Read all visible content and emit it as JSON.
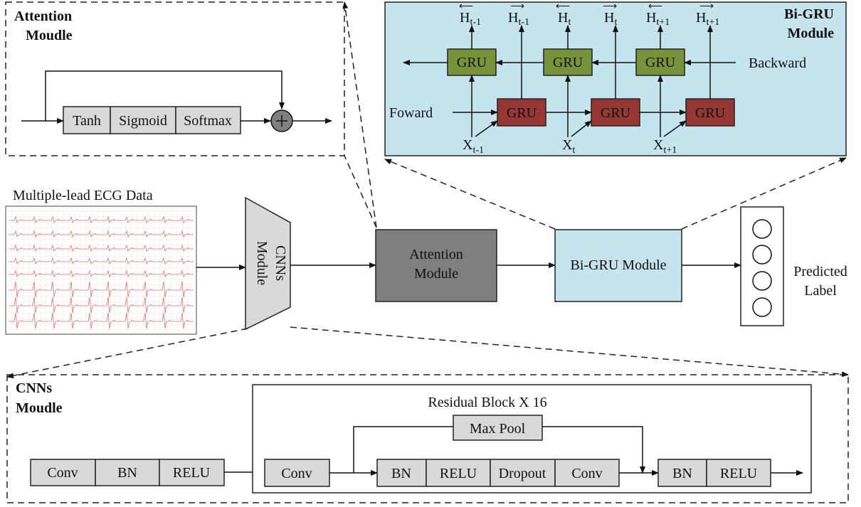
{
  "attention_panel": {
    "title_line1": "Attention",
    "title_line2": "Moudle",
    "ops": [
      "Tanh",
      "Sigmoid",
      "Softmax"
    ],
    "plus_symbol": "+"
  },
  "bigru_panel": {
    "title_line1": "Bi-GRU",
    "title_line2": "Module",
    "gru_label": "GRU",
    "forward_label": "Foward",
    "backward_label": "Backward",
    "outputs": [
      {
        "arrow": "⟵",
        "base": "H",
        "sub": "t-1"
      },
      {
        "arrow": "⟶",
        "base": "H",
        "sub": "t-1"
      },
      {
        "arrow": "⟵",
        "base": "H",
        "sub": "t"
      },
      {
        "arrow": "⟶",
        "base": "H",
        "sub": "t"
      },
      {
        "arrow": "⟵",
        "base": "H",
        "sub": "t+1"
      },
      {
        "arrow": "⟶",
        "base": "H",
        "sub": "t+1"
      }
    ],
    "inputs": [
      {
        "base": "X",
        "sub": "t-1"
      },
      {
        "base": "X",
        "sub": "t"
      },
      {
        "base": "X",
        "sub": "t+1"
      }
    ]
  },
  "pipeline": {
    "ecg_label": "Multiple-lead ECG Data",
    "cnn_line1": "CNNs",
    "cnn_line2": "Module",
    "attention_line1": "Attention",
    "attention_line2": "Module",
    "bigru_label": "Bi-GRU Module",
    "predicted_line1": "Predicted",
    "predicted_line2": "Label"
  },
  "cnn_panel": {
    "title_line1": "CNNs",
    "title_line2": "Moudle",
    "stem_ops": [
      "Conv",
      "BN",
      "RELU"
    ],
    "residual_title": "Residual Block X 16",
    "res_conv": "Conv",
    "max_pool": "Max Pool",
    "res_ops": [
      "BN",
      "RELU",
      "Dropout",
      "Conv"
    ],
    "tail_ops": [
      "BN",
      "RELU"
    ]
  },
  "colors": {
    "attention_fill": "#7f7f7f",
    "bigru_fill": "#c5e4ed",
    "cnn_panel_fill": "#d9d9d9",
    "op_box_fill": "#d9d9d9",
    "gru_backward_fill": "#77933c",
    "gru_forward_fill": "#953735",
    "ecg_trace": "#e07070"
  }
}
